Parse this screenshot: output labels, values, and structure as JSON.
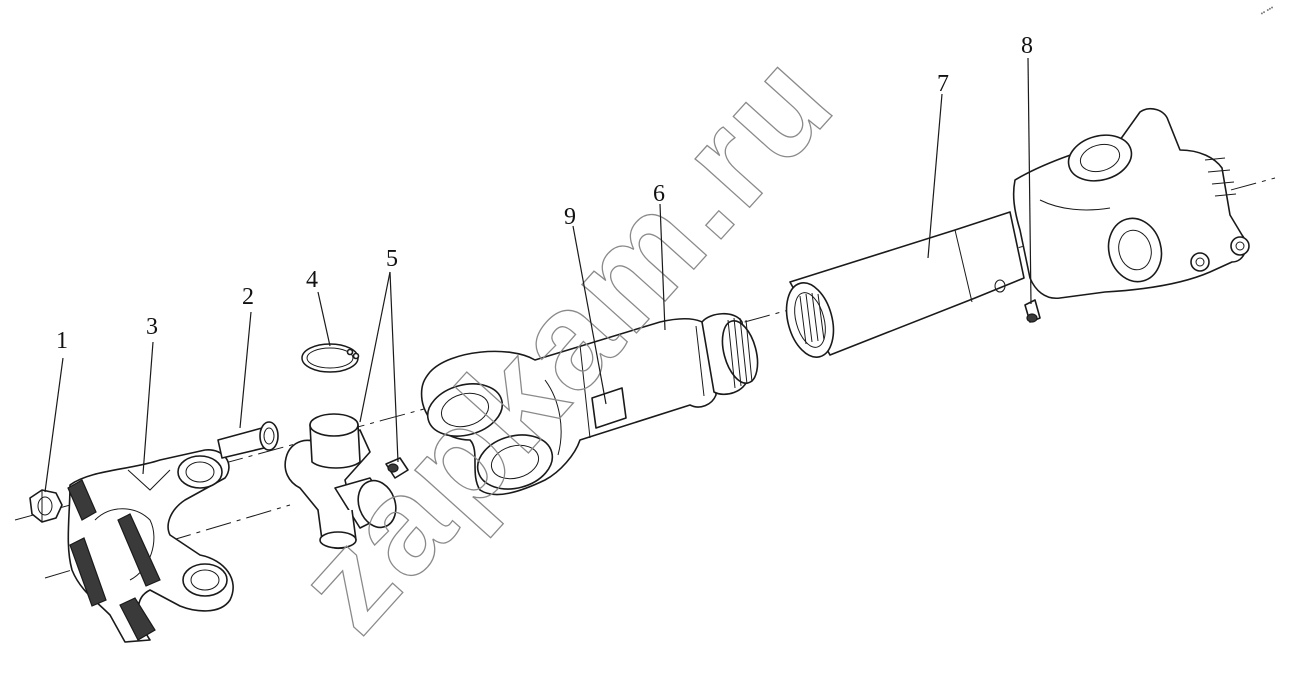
{
  "watermark": "zapkam.ru",
  "corner_mark": "•• •••",
  "callouts": [
    {
      "id": "1",
      "label": "1"
    },
    {
      "id": "2",
      "label": "2"
    },
    {
      "id": "3",
      "label": "3"
    },
    {
      "id": "4",
      "label": "4"
    },
    {
      "id": "5",
      "label": "5"
    },
    {
      "id": "6",
      "label": "6"
    },
    {
      "id": "7",
      "label": "7"
    },
    {
      "id": "8",
      "label": "8"
    },
    {
      "id": "9",
      "label": "9"
    }
  ]
}
